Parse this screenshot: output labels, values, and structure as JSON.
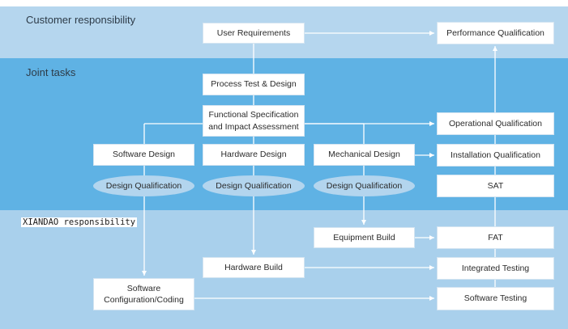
{
  "bands": {
    "customer": "Customer responsibility",
    "joint": "Joint tasks",
    "xiandao": "XIANDAO responsibility"
  },
  "boxes": {
    "user_requirements": "User Requirements",
    "performance_qualification": "Performance Qualification",
    "process_test_design": "Process Test & Design",
    "functional_specification": "Functional Specification\nand Impact Assessment",
    "operational_qualification": "Operational Qualification",
    "software_design": "Software Design",
    "hardware_design": "Hardware Design",
    "mechanical_design": "Mechanical Design",
    "installation_qualification": "Installation Qualification",
    "sat": "SAT",
    "equipment_build": "Equipment Build",
    "fat": "FAT",
    "hardware_build": "Hardware Build",
    "integrated_testing": "Integrated Testing",
    "software_configuration": "Software\nConfiguration/Coding",
    "software_testing": "Software Testing"
  },
  "pills": {
    "dq_software": "Design Qualification",
    "dq_hardware": "Design Qualification",
    "dq_mechanical": "Design Qualification"
  },
  "colors": {
    "customer_band": "#b5d6ee",
    "joint_band": "#5fb2e4",
    "xiandao_band": "#a9d0ec",
    "pill": "#b3d5ee",
    "box": "#ffffff",
    "connector": "#ffffff"
  }
}
